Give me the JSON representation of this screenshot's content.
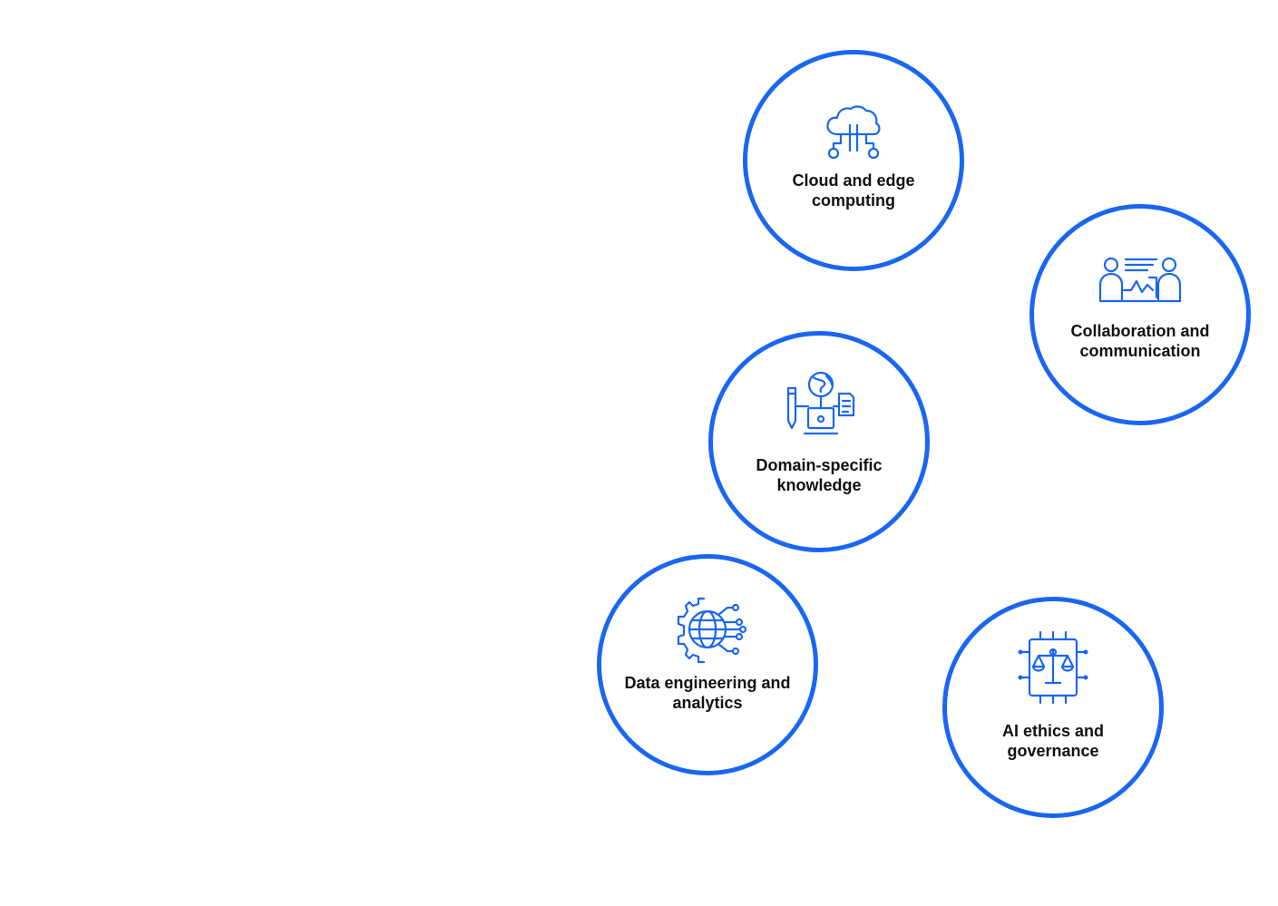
{
  "colors": {
    "accent": "#1a66f2",
    "text": "#111111",
    "background": "#ffffff"
  },
  "skills": [
    {
      "label": "Cloud and edge computing",
      "icon": "cloud-network-icon"
    },
    {
      "label": "Collaboration and communication",
      "icon": "collaboration-presentation-icon"
    },
    {
      "label": "Domain-specific knowledge",
      "icon": "domain-knowledge-icon"
    },
    {
      "label": "Data engineering and analytics",
      "icon": "globe-gear-data-icon"
    },
    {
      "label": "AI ethics and governance",
      "icon": "chip-scales-icon"
    }
  ]
}
